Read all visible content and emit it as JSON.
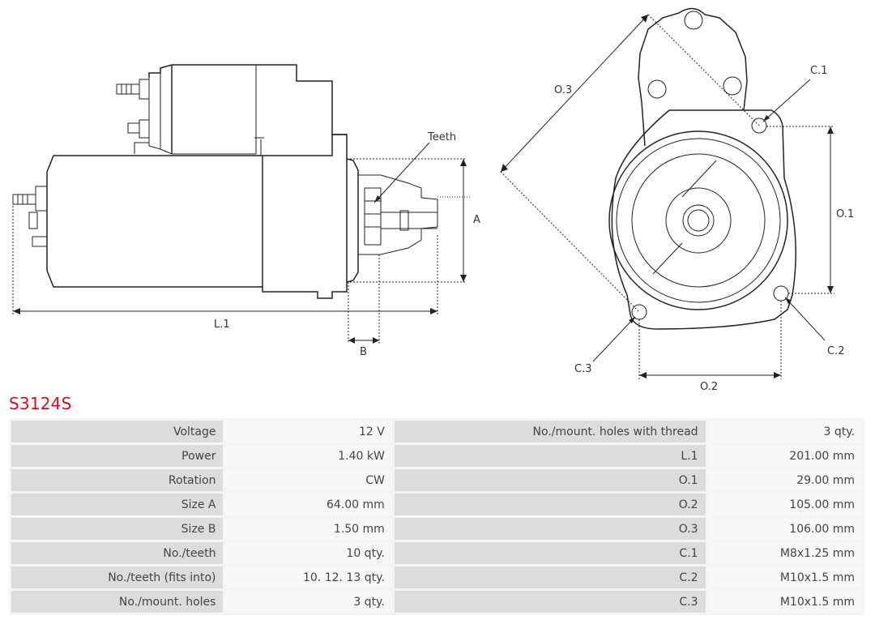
{
  "product": {
    "code": "S3124S"
  },
  "diagram_labels": {
    "teeth": "Teeth",
    "a": "A",
    "b": "B",
    "l1": "L.1",
    "o1": "O.1",
    "o2": "O.2",
    "o3": "O.3",
    "c1": "C.1",
    "c2": "C.2",
    "c3": "C.3"
  },
  "specs": [
    {
      "label": "Voltage",
      "value": "12 V",
      "label2": "No./mount. holes with thread",
      "value2": "3 qty."
    },
    {
      "label": "Power",
      "value": "1.40 kW",
      "label2": "L.1",
      "value2": "201.00 mm"
    },
    {
      "label": "Rotation",
      "value": "CW",
      "label2": "O.1",
      "value2": "29.00 mm"
    },
    {
      "label": "Size A",
      "value": "64.00 mm",
      "label2": "O.2",
      "value2": "105.00 mm"
    },
    {
      "label": "Size B",
      "value": "1.50 mm",
      "label2": "O.3",
      "value2": "106.00 mm"
    },
    {
      "label": "No./teeth",
      "value": "10 qty.",
      "label2": "C.1",
      "value2": "M8x1.25 mm"
    },
    {
      "label": "No./teeth (fits into)",
      "value": "10. 12. 13 qty.",
      "label2": "C.2",
      "value2": "M10x1.5 mm"
    },
    {
      "label": "No./mount. holes",
      "value": "3 qty.",
      "label2": "C.3",
      "value2": "M10x1.5 mm"
    }
  ]
}
